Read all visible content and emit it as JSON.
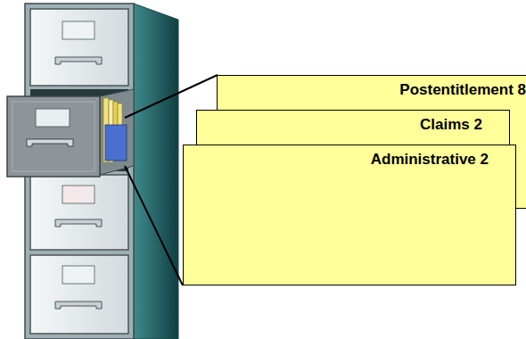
{
  "diagram": {
    "nodes": [
      {
        "text": [
          "Postentitlement 8"
        ]
      },
      {
        "text": [
          "Claims 2"
        ]
      },
      {
        "text": [
          "Administrative 2"
        ]
      }
    ]
  }
}
